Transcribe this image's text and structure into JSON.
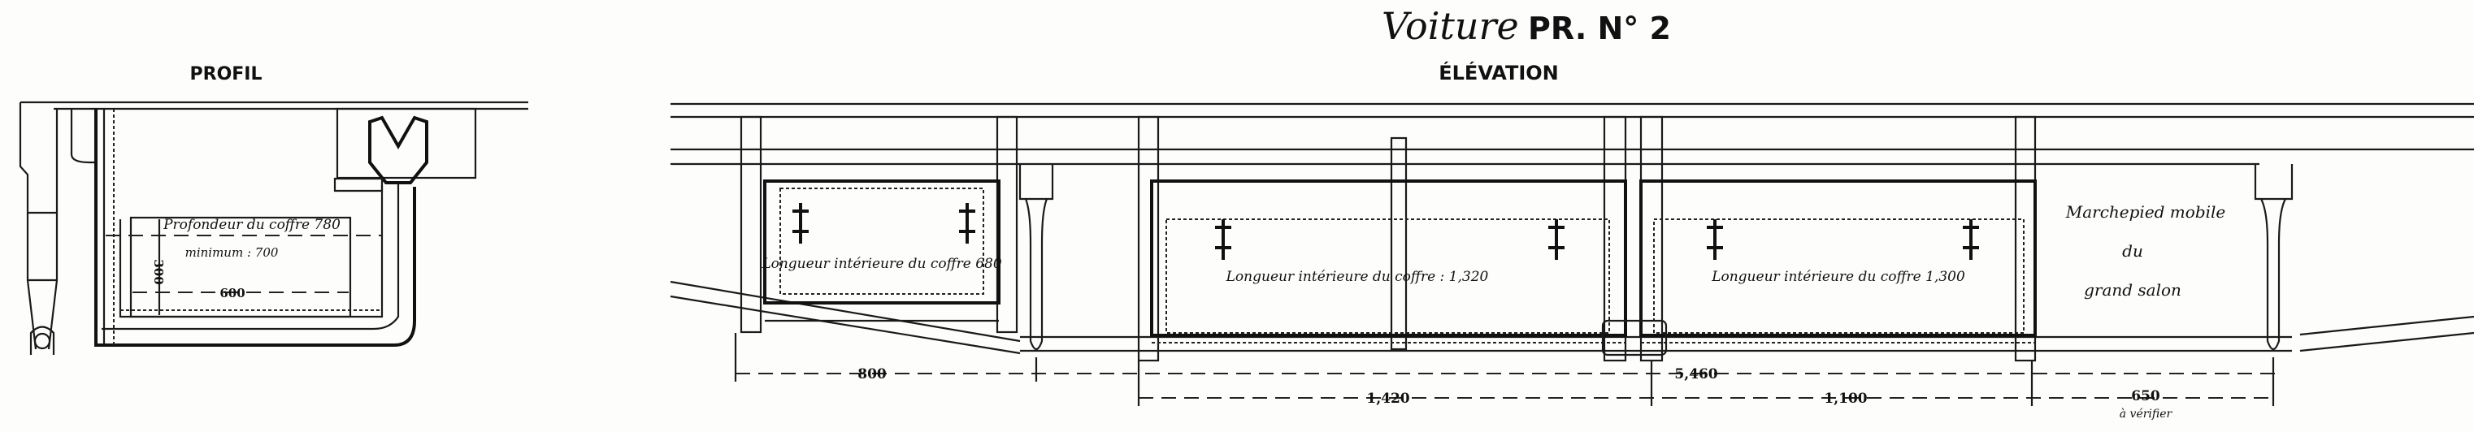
{
  "title": {
    "car": "Voiture",
    "number": "PR. N° 2"
  },
  "elevation": {
    "heading": "ÉLÉVATION",
    "box1_label": "Longueur intérieure du coffre 680",
    "box2_label": "Longueur intérieure du coffre : 1,320",
    "box3_label": "Longueur intérieure du coffre 1,300",
    "step_label": [
      "Marchepied mobile",
      "du",
      "grand salon"
    ],
    "dims": {
      "d800": "800",
      "d1420": "1,420",
      "d5460": "5,460",
      "d1100": "1,100",
      "d650": "650",
      "d650_note": "à vérifier"
    }
  },
  "profil": {
    "heading": "PROFIL",
    "depth_label": "Profondeur du coffre 780",
    "min_label": "minimum : 700",
    "width_dim": "600",
    "height_dim": "300"
  }
}
